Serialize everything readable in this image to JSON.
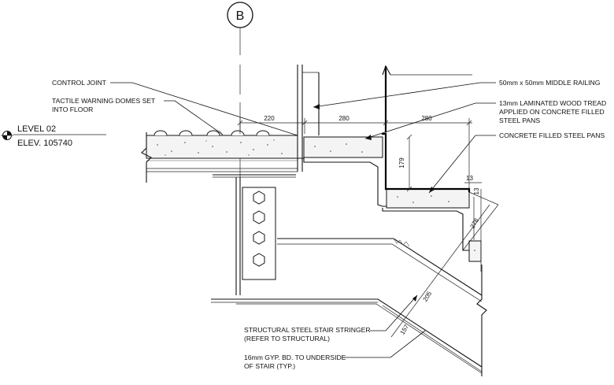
{
  "grid_bubble": {
    "label": "B"
  },
  "level": {
    "name": "LEVEL 02",
    "elevation": "ELEV. 105740"
  },
  "notes": {
    "control_joint": [
      "CONTROL JOINT"
    ],
    "tactile": [
      "TACTILE WARNING DOMES SET",
      "INTO FLOOR"
    ],
    "middle_railing": [
      "50mm x 50mm MIDDLE RAILING"
    ],
    "tread": [
      "13mm LAMINATED WOOD TREAD",
      "APPLIED ON CONCRETE FILLED",
      "STEEL PANS"
    ],
    "pans": [
      "CONCRETE FILLED STEEL PANS"
    ],
    "stringer": [
      "STRUCTURAL STEEL STAIR STRINGER",
      "(REFER TO STRUCTURAL)"
    ],
    "gyp": [
      "16mm GYP. BD. TO UNDERSIDE",
      "OF STAIR (TYP.)"
    ]
  },
  "dimensions": {
    "d220": "220",
    "d280a": "280",
    "d280b": "280",
    "d179": "179",
    "d13a": "13",
    "d13b": "13",
    "d278": "278",
    "d205": "205",
    "d157": "157"
  },
  "colors": {
    "line": "#111111",
    "background": "#ffffff",
    "concrete_fill": "#f4f4f4"
  }
}
